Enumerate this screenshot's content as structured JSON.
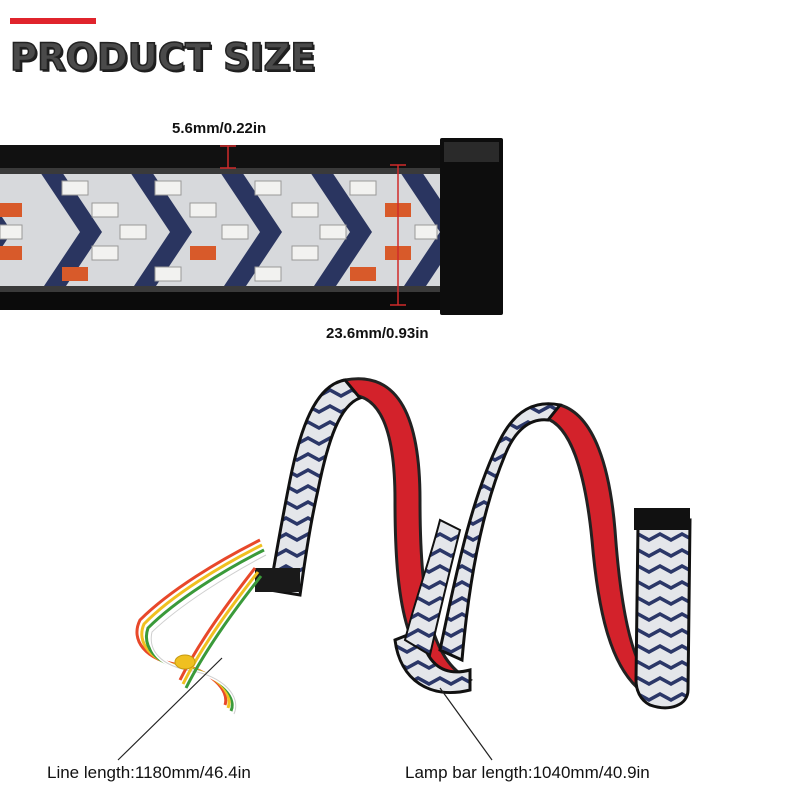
{
  "header": {
    "title": "PRODUCT SIZE",
    "accent_color": "#e0242c"
  },
  "dimensions": {
    "thickness": "5.6mm/0.22in",
    "width": "23.6mm/0.93in"
  },
  "captions": {
    "line_length": "Line length:1180mm/46.4in",
    "lamp_bar_length": "Lamp bar length:1040mm/40.9in"
  },
  "colors": {
    "strip_backing": "#d3222b",
    "strip_frame": "#1a1a1a",
    "led_amber": "#d85a2a",
    "led_white": "#f2f2f0",
    "arrow_navy": "#2a3560"
  },
  "wire_colors": [
    "#e8482a",
    "#f0c020",
    "#3a9a3a",
    "#ffffff"
  ]
}
